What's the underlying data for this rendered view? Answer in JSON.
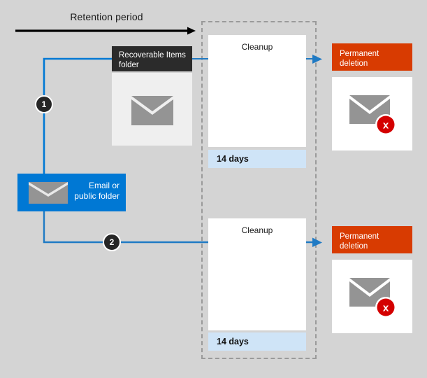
{
  "diagram": {
    "title": "Retention period",
    "background_color": "#d4d4d4",
    "accent_blue": "#0078d4",
    "accent_orange": "#d83b01",
    "accent_red": "#d40000",
    "dark_label": "#2b2b2b",
    "days_bar_color": "#cfe4f7"
  },
  "retention": {
    "label": "Retention period",
    "arrow_icon": "right-arrow-icon"
  },
  "source": {
    "label_line1": "Email or",
    "label_line2": "public folder",
    "icon": "envelope-icon"
  },
  "steps": [
    {
      "number": "1"
    },
    {
      "number": "2"
    }
  ],
  "recoverable_items": {
    "header_line1": "Recoverable Items",
    "header_line2": "folder",
    "icon": "envelope-icon"
  },
  "cleanup_boxes": [
    {
      "label": "Cleanup",
      "duration": "14 days"
    },
    {
      "label": "Cleanup",
      "duration": "14 days"
    }
  ],
  "permanent_deletion": [
    {
      "header_line1": "Permanent",
      "header_line2": "deletion",
      "icon": "envelope-deleted-icon",
      "badge_glyph": "x"
    },
    {
      "header_line1": "Permanent",
      "header_line2": "deletion",
      "icon": "envelope-deleted-icon",
      "badge_glyph": "x"
    }
  ]
}
